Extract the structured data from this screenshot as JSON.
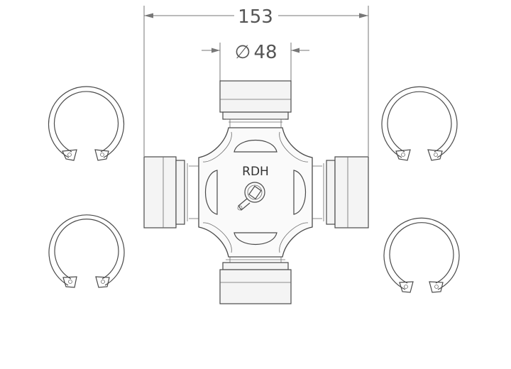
{
  "dimensions": {
    "overall_width": "153",
    "diameter_symbol": "∅",
    "cap_diameter": "48"
  },
  "brand": {
    "mark": "RDH"
  },
  "parts": {
    "circlip_count": 4
  }
}
